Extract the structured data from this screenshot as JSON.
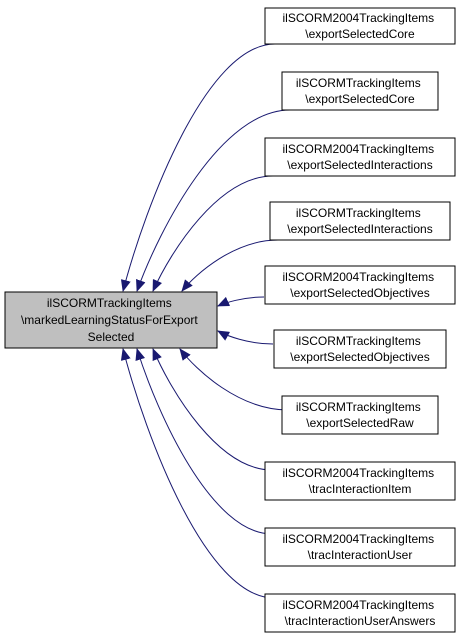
{
  "colors": {
    "edge": "#191970",
    "node_border": "#000000",
    "node_fill": "#ffffff",
    "target_fill": "#bfbfbf"
  },
  "target": {
    "lines": [
      "ilSCORMTrackingItems",
      "\\markedLearningStatusForExport",
      "Selected"
    ]
  },
  "callers": [
    {
      "lines": [
        "ilSCORM2004TrackingItems",
        "\\exportSelectedCore"
      ]
    },
    {
      "lines": [
        "ilSCORMTrackingItems",
        "\\exportSelectedCore"
      ]
    },
    {
      "lines": [
        "ilSCORM2004TrackingItems",
        "\\exportSelectedInteractions"
      ]
    },
    {
      "lines": [
        "ilSCORMTrackingItems",
        "\\exportSelectedInteractions"
      ]
    },
    {
      "lines": [
        "ilSCORM2004TrackingItems",
        "\\exportSelectedObjectives"
      ]
    },
    {
      "lines": [
        "ilSCORMTrackingItems",
        "\\exportSelectedObjectives"
      ]
    },
    {
      "lines": [
        "ilSCORMTrackingItems",
        "\\exportSelectedRaw"
      ]
    },
    {
      "lines": [
        "ilSCORM2004TrackingItems",
        "\\tracInteractionItem"
      ]
    },
    {
      "lines": [
        "ilSCORM2004TrackingItems",
        "\\tracInteractionUser"
      ]
    },
    {
      "lines": [
        "ilSCORM2004TrackingItems",
        "\\tracInteractionUserAnswers"
      ]
    }
  ]
}
